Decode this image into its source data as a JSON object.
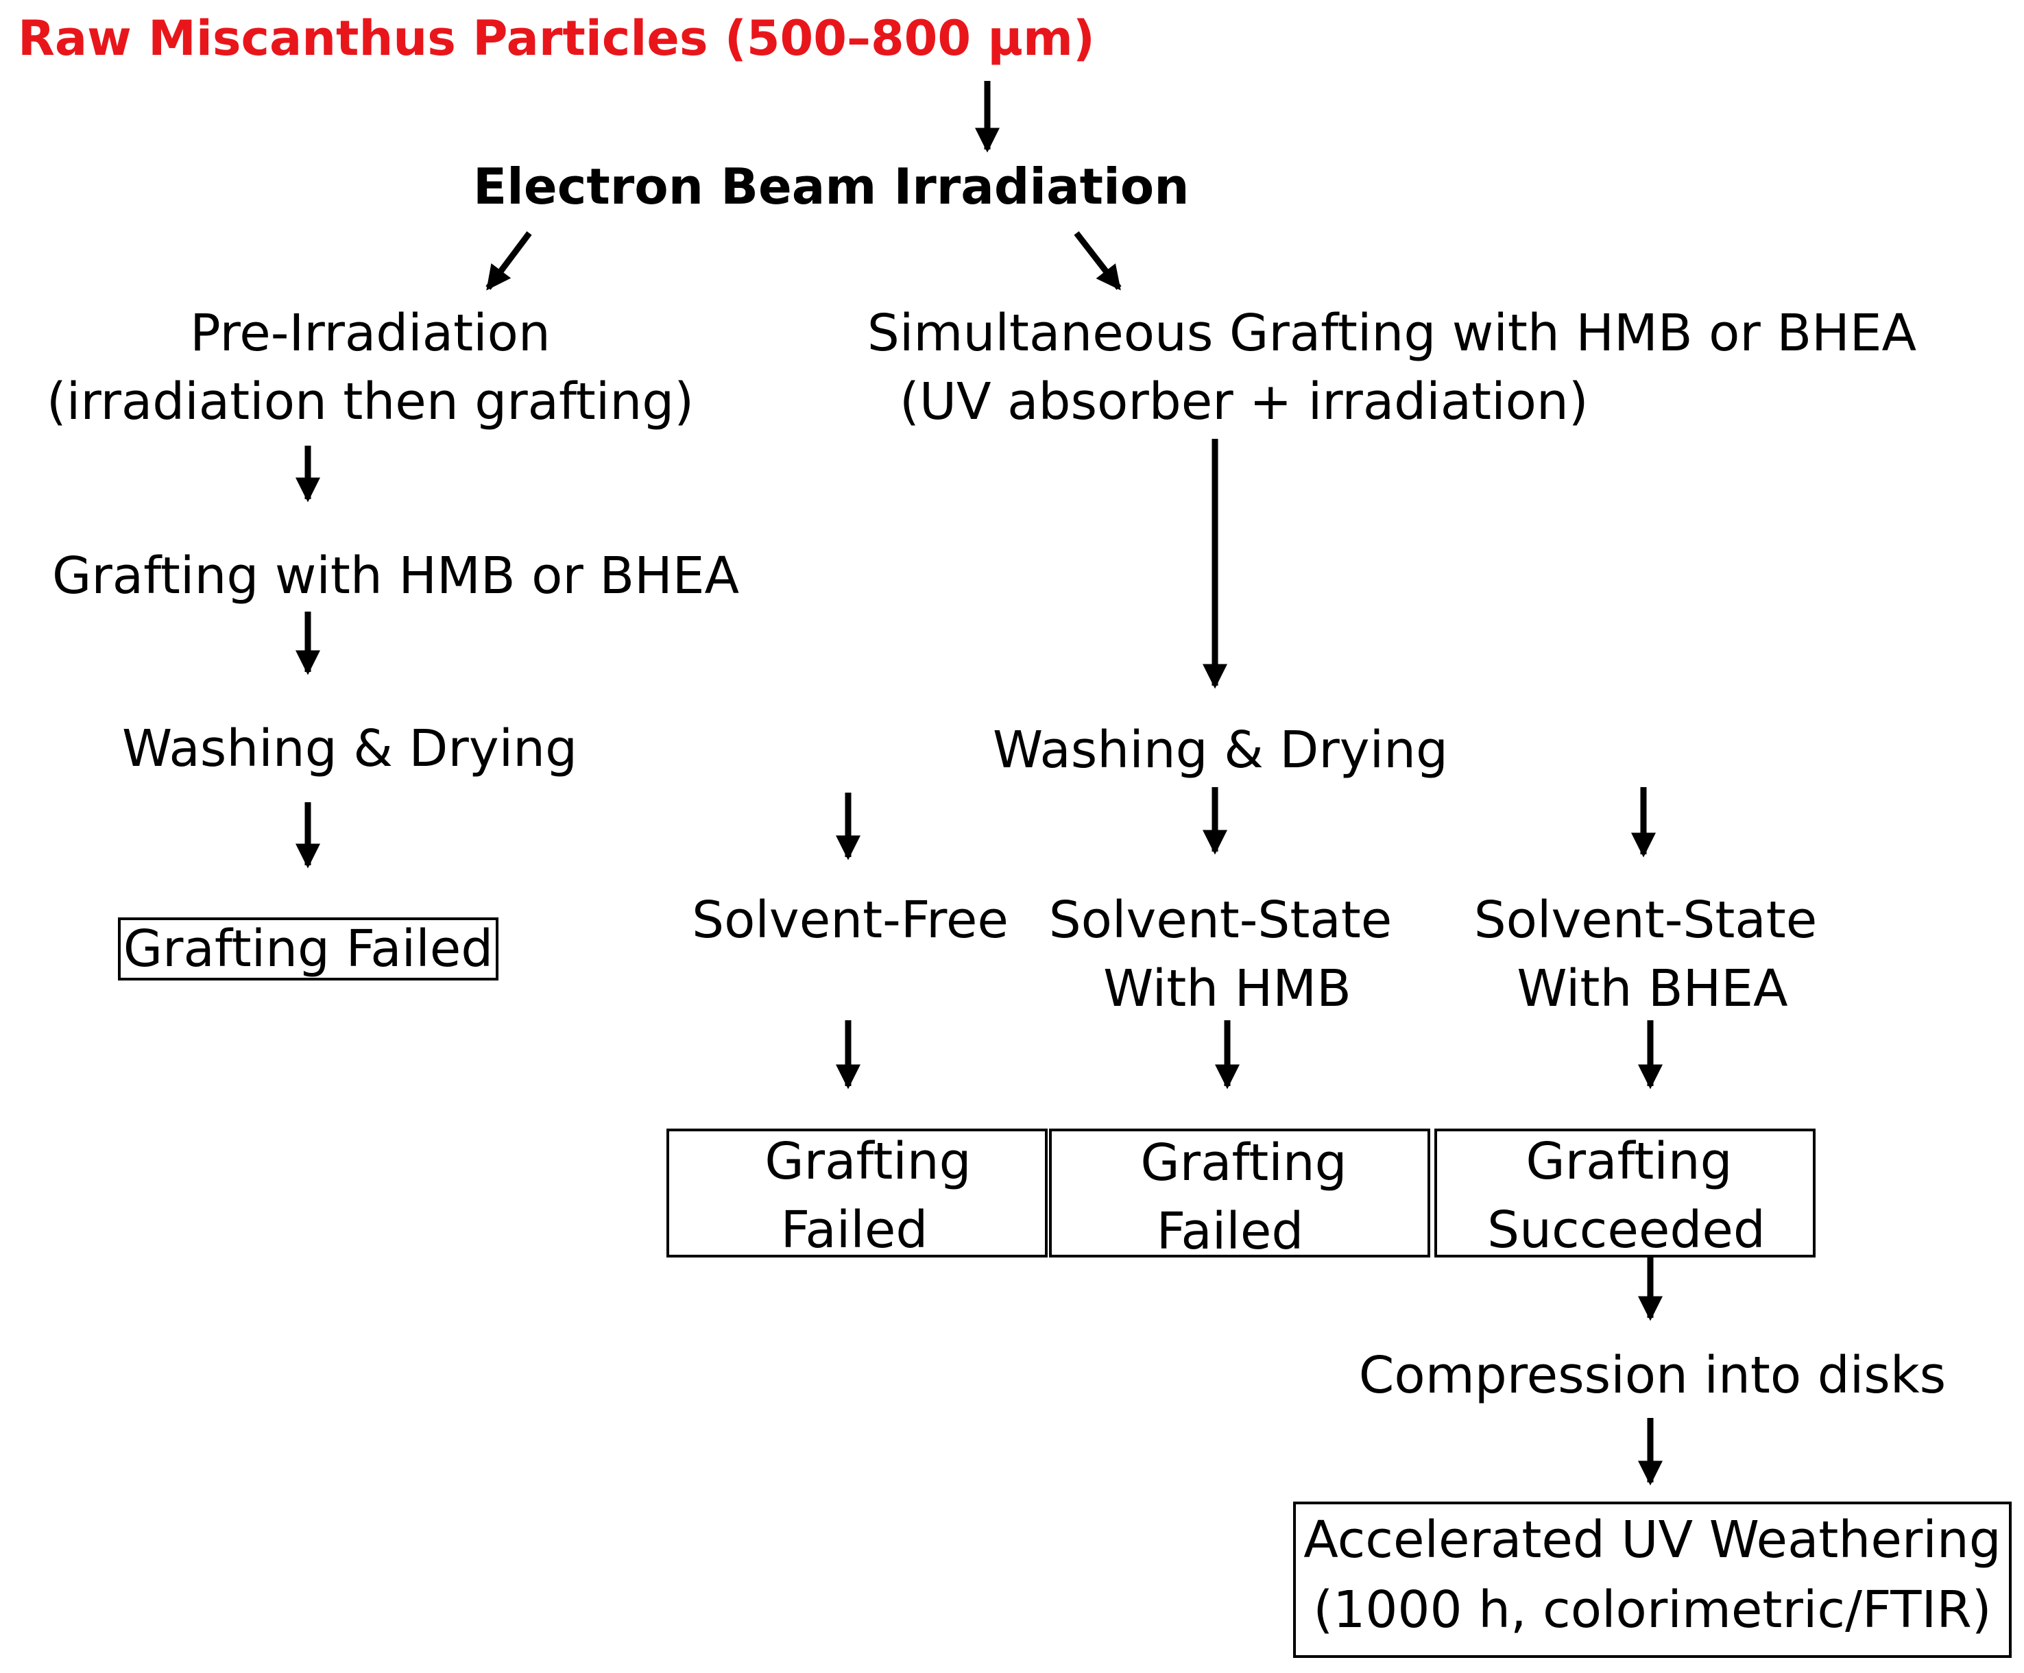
{
  "colors": {
    "title": "#e8161b",
    "ink": "#000000"
  },
  "title": "Raw Miscanthus Particles (500–800 µm)",
  "ebi": "Electron Beam Irradiation",
  "left": {
    "pre_line1": "Pre-Irradiation",
    "pre_line2": "(irradiation then grafting)",
    "grafting": "Grafting with HMB or BHEA",
    "washing": "Washing & Drying",
    "result": "Grafting Failed"
  },
  "right": {
    "sim_line1": "Simultaneous Grafting with HMB or BHEA",
    "sim_line2": "(UV absorber +  irradiation)",
    "washing": "Washing & Drying",
    "branches": [
      {
        "label_line1": "Solvent-Free",
        "label_line2": "",
        "result_line1": "Grafting",
        "result_line2": "Failed"
      },
      {
        "label_line1": "Solvent-State",
        "label_line2": "With HMB",
        "result_line1": "Grafting",
        "result_line2": "Failed"
      },
      {
        "label_line1": "Solvent-State",
        "label_line2": "With BHEA",
        "result_line1": "Grafting",
        "result_line2": "Succeeded"
      }
    ],
    "compression": "Compression into disks",
    "final_line1": "Accelerated UV Weathering",
    "final_line2": "(1000 h, colorimetric/FTIR)"
  }
}
